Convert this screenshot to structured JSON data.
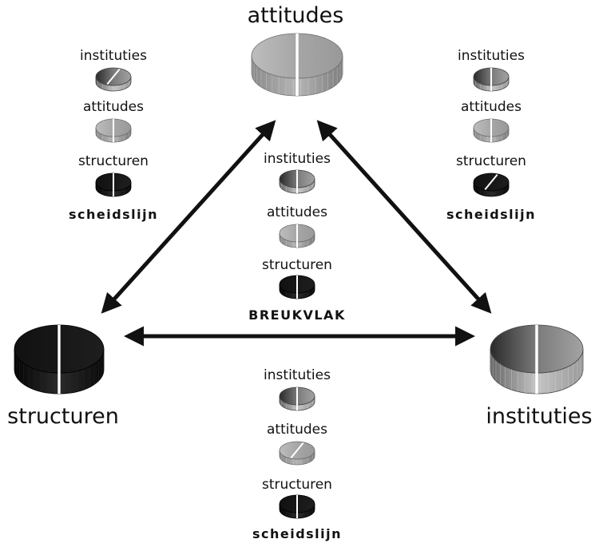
{
  "title": "attitudes",
  "corners": {
    "attitudes": "attitudes",
    "structuren": "structuren",
    "instituties": "instituties"
  },
  "groups": {
    "top_left": {
      "items": [
        "instituties",
        "attitudes",
        "structuren"
      ],
      "caption": "scheidslijn"
    },
    "top_right": {
      "items": [
        "instituties",
        "attitudes",
        "structuren"
      ],
      "caption": "scheidslijn"
    },
    "center": {
      "items": [
        "instituties",
        "attitudes",
        "structuren"
      ],
      "caption": "BREUKVLAK"
    },
    "bottom": {
      "items": [
        "instituties",
        "attitudes",
        "structuren"
      ],
      "caption": "scheidslijn"
    }
  },
  "colors": {
    "attitudes": "#a8a8a8",
    "structuren": "#1a1a1a",
    "instituties": "#555555",
    "arrow": "#111111"
  }
}
